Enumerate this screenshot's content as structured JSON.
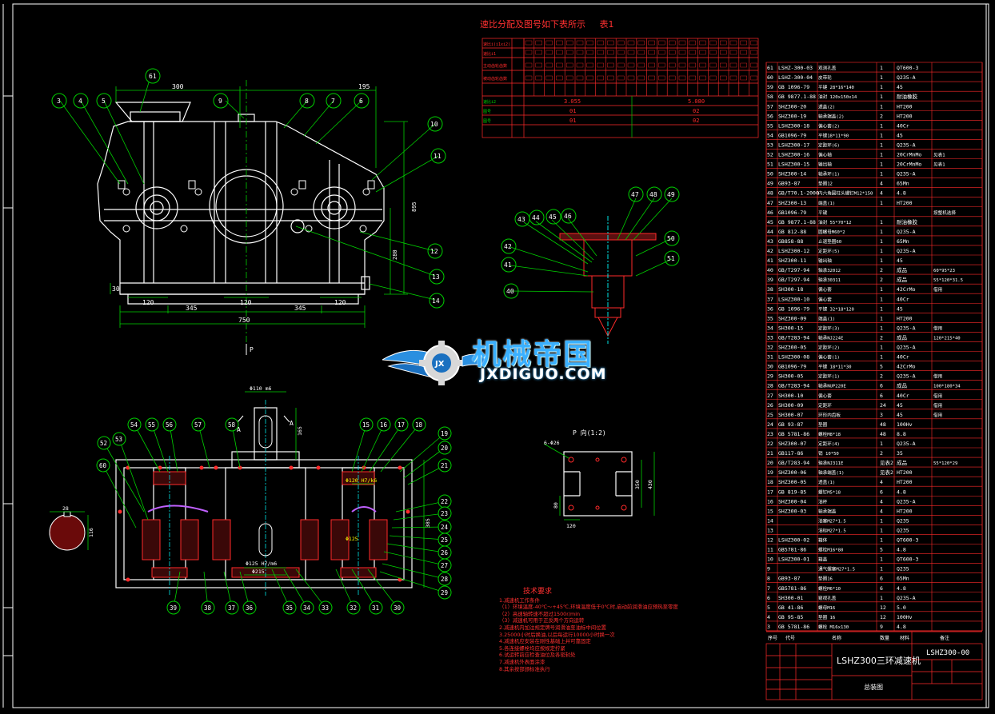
{
  "ratio_table": {
    "title": "速比分配及图号如下表所示",
    "tag": "表1",
    "row_labels": [
      "速比i(i1xi2)",
      "速比i1",
      "主动齿轮齿数",
      "被动齿轮齿数",
      "速比i2",
      "图号",
      "图号"
    ],
    "i2_values": [
      "3.055",
      "5.080"
    ],
    "fig_values": [
      "01",
      "02"
    ]
  },
  "title_block": {
    "name": "LSHZ300三环减速机",
    "code": "LSHZ300-00",
    "drawing": "总装图",
    "col_headers": [
      "序号",
      "代号",
      "名称",
      "数量",
      "材料",
      "备注"
    ]
  },
  "view_labels": {
    "p_arrow": "P",
    "p_view": "P 向(1:2)",
    "section_a": "A",
    "section_a2": "A"
  },
  "watermark": {
    "cn": "机械帝国",
    "en": "JXDIGUO.COM"
  },
  "tech_requirements": {
    "heading": "技术要求",
    "items": [
      "1.减速机工作条件",
      "（1）环境温度-40℃～+45℃,环境温度低于0℃时,启动前润滑油应预热至零度",
      "（2）高速轴转速不超过1500r/min",
      "（3）减速机可用于正反两个方向运转",
      "2.减速机内加注规定牌号润滑油至油标中间位置",
      "3.25000小时后换油,以后每运行10000小时换一次",
      "4.减速机应安装在刚性基础上并可靠固定",
      "5.各连接螺栓均应按规定拧紧",
      "6.试运转前应检查油位及各密封处",
      "7.减速机外表面涂漆",
      "8.其余按部颁标准执行"
    ]
  },
  "dimensions": {
    "front": [
      "300",
      "195",
      "120",
      "120",
      "120",
      "345",
      "345",
      "750",
      "280",
      "895",
      "30"
    ],
    "top": [
      "Φ110 m6",
      "165",
      "Φ120 H7/k6",
      "Φ125 H7/m6",
      "Φ215",
      "Φ125",
      "385"
    ],
    "pview": [
      "6-Φ26",
      "120",
      "80",
      "350",
      "430"
    ],
    "small": [
      "28",
      "116"
    ]
  },
  "balloons_front": [
    "61",
    "9",
    "8",
    "7",
    "6",
    "3",
    "4",
    "5",
    "10",
    "11",
    "12",
    "13",
    "14"
  ],
  "balloons_detail": [
    "47",
    "48",
    "49",
    "43",
    "44",
    "45",
    "46",
    "42",
    "41",
    "50",
    "51",
    "40"
  ],
  "balloons_top": [
    "54",
    "55",
    "56",
    "57",
    "58",
    "15",
    "16",
    "17",
    "18",
    "19",
    "20",
    "21",
    "22",
    "23",
    "24",
    "25",
    "26",
    "27",
    "28",
    "29",
    "52",
    "53",
    "60",
    "39",
    "38",
    "37",
    "36",
    "35",
    "34",
    "33",
    "32",
    "31",
    "30"
  ],
  "bom": [
    [
      "61",
      "LSHZ-300-03",
      "观测孔盖",
      "1",
      "QT600-3",
      ""
    ],
    [
      "60",
      "LSHZ-300-04",
      "皮带轮",
      "1",
      "Q235-A",
      ""
    ],
    [
      "59",
      "GB 1096-79",
      "平键 28*16*140",
      "1",
      "45",
      ""
    ],
    [
      "58",
      "GB 9877.1-88",
      "油封 120x150x14",
      "1",
      "耐油橡胶",
      ""
    ],
    [
      "57",
      "SHZ300-20",
      "透盖(2)",
      "1",
      "HT200",
      ""
    ],
    [
      "56",
      "SHZ300-19",
      "轴承端盖(2)",
      "2",
      "HT200",
      ""
    ],
    [
      "55",
      "LSHZ300-18",
      "偏心套(2)",
      "1",
      "40Cr",
      ""
    ],
    [
      "54",
      "GB1096-79",
      "平键18*11*90",
      "1",
      "45",
      ""
    ],
    [
      "53",
      "LSHZ300-17",
      "定距环(6)",
      "1",
      "Q235-A",
      ""
    ],
    [
      "52",
      "LSHZ300-16",
      "偏心轴",
      "1",
      "20CrMnMo",
      "见表1"
    ],
    [
      "51",
      "LSHZ300-15",
      "输出轴",
      "1",
      "20CrMnMo",
      "见表1"
    ],
    [
      "50",
      "SHZ300-14",
      "轴承环(1)",
      "1",
      "Q235-A",
      ""
    ],
    [
      "49",
      "GB93-87",
      "垫圈12",
      "4",
      "65Mn",
      ""
    ],
    [
      "48",
      "GB/T70.1-2000",
      "内六角圆柱头螺钉M12*150",
      "4",
      "4.8",
      ""
    ],
    [
      "47",
      "SHZ300-13",
      "端盖(1)",
      "1",
      "HT200",
      ""
    ],
    [
      "46",
      "GB1096-79",
      "平键",
      "",
      "",
      "按整机选择"
    ],
    [
      "45",
      "GB 9877.1-88",
      "油封 55*70*12",
      "1",
      "耐油橡胶",
      ""
    ],
    [
      "44",
      "GB 812-88",
      "圆螺母M60*2",
      "1",
      "Q235-A",
      ""
    ],
    [
      "43",
      "GB858-88",
      "止退垫圈60",
      "1",
      "65Mn",
      ""
    ],
    [
      "42",
      "LSHZ300-12",
      "定距环(5)",
      "1",
      "Q235-A",
      ""
    ],
    [
      "41",
      "SHZ300-11",
      "输出轴",
      "1",
      "45",
      ""
    ],
    [
      "40",
      "GB/T297-94",
      "轴承32012",
      "2",
      "成品",
      "60*95*23"
    ],
    [
      "39",
      "GB/T297-94",
      "轴承30311",
      "2",
      "成品",
      "55*120*31.5"
    ],
    [
      "38",
      "SH300-18",
      "偏心套",
      "1",
      "42CrMo",
      "借用"
    ],
    [
      "37",
      "LSHZ300-10",
      "偏心套",
      "1",
      "40Cr",
      ""
    ],
    [
      "36",
      "GB 1096-79",
      "平键 32*18*120",
      "1",
      "45",
      ""
    ],
    [
      "35",
      "SHZ300-09",
      "端盖(1)",
      "1",
      "HT200",
      ""
    ],
    [
      "34",
      "SH300-15",
      "定距环(3)",
      "1",
      "Q235-A",
      "借用"
    ],
    [
      "33",
      "GB/T283-94",
      "轴承NJ224E",
      "2",
      "成品",
      "120*215*40"
    ],
    [
      "32",
      "SHZ300-05",
      "定距环(2)",
      "1",
      "Q235-A",
      ""
    ],
    [
      "31",
      "LSHZ300-08",
      "偏心套(1)",
      "1",
      "40Cr",
      ""
    ],
    [
      "30",
      "GB1096-79",
      "平键 18*11*30",
      "5",
      "42CrMo",
      ""
    ],
    [
      "29",
      "SH300-05",
      "定距环(1)",
      "2",
      "Q235-A",
      "借用"
    ],
    [
      "28",
      "GB/T283-94",
      "轴承NUP220E",
      "6",
      "成品",
      "100*180*34"
    ],
    [
      "27",
      "SH300-10",
      "偏心套",
      "6",
      "40Cr",
      "借用"
    ],
    [
      "26",
      "SH300-09",
      "定距环",
      "24",
      "45",
      "借用"
    ],
    [
      "25",
      "SH300-07",
      "环形内齿板",
      "3",
      "45",
      "借用"
    ],
    [
      "24",
      "GB 93-87",
      "垫圈",
      "48",
      "100Hv",
      ""
    ],
    [
      "23",
      "GB 5781-86",
      "螺栓M8*18",
      "48",
      "8.8",
      ""
    ],
    [
      "22",
      "SHZ300-07",
      "定距环(4)",
      "1",
      "Q235-A",
      ""
    ],
    [
      "21",
      "GB117-86",
      "销 10*50",
      "2",
      "35",
      ""
    ],
    [
      "20",
      "GB/T283-94",
      "轴承NJ311E",
      "见表2",
      "成品",
      "55*120*29"
    ],
    [
      "19",
      "SHZ300-06",
      "轴承端盖(1)",
      "见表2",
      "HT200",
      ""
    ],
    [
      "18",
      "SHZ300-05",
      "透盖(1)",
      "4",
      "HT200",
      ""
    ],
    [
      "17",
      "GB 819-85",
      "螺钉M5*18",
      "6",
      "4.8",
      ""
    ],
    [
      "16",
      "SHZ300-04",
      "油杯",
      "4",
      "Q235-A",
      ""
    ],
    [
      "15",
      "SHZ300-03",
      "轴承端盖",
      "4",
      "HT200",
      ""
    ],
    [
      "14",
      "",
      "油塞M27*1.5",
      "1",
      "Q235",
      ""
    ],
    [
      "13",
      "",
      "油标M27*1.5",
      "1",
      "Q235",
      ""
    ],
    [
      "12",
      "LSHZ300-02",
      "箱体",
      "1",
      "QT600-3",
      ""
    ],
    [
      "11",
      "GB5781-86",
      "螺栓M16*80",
      "5",
      "4.8",
      ""
    ],
    [
      "10",
      "LSHZ300-01",
      "箱盖",
      "1",
      "QT600-3",
      ""
    ],
    [
      "9",
      "",
      "通气螺塞M27*1.5",
      "1",
      "Q235",
      ""
    ],
    [
      "8",
      "GB93-87",
      "垫圈16",
      "6",
      "65Mn",
      ""
    ],
    [
      "7",
      "GB5781-86",
      "螺栓M6*10",
      "6",
      "4.8",
      ""
    ],
    [
      "6",
      "SH300-01",
      "窥视孔盖",
      "1",
      "Q235-A",
      ""
    ],
    [
      "5",
      "GB 41-86",
      "螺母M16",
      "12",
      "5.0",
      ""
    ],
    [
      "4",
      "GB 95-85",
      "垫圈 16",
      "12",
      "100Hv",
      ""
    ],
    [
      "3",
      "GB 5781-86",
      "螺栓 M16x130",
      "9",
      "4.8",
      ""
    ]
  ],
  "colors": {
    "green": "#00d000",
    "white": "#ffffff",
    "red": "#ff2a2a",
    "cyan": "#00e5e5",
    "purple": "#c060ff",
    "yellow": "#ffff00"
  }
}
